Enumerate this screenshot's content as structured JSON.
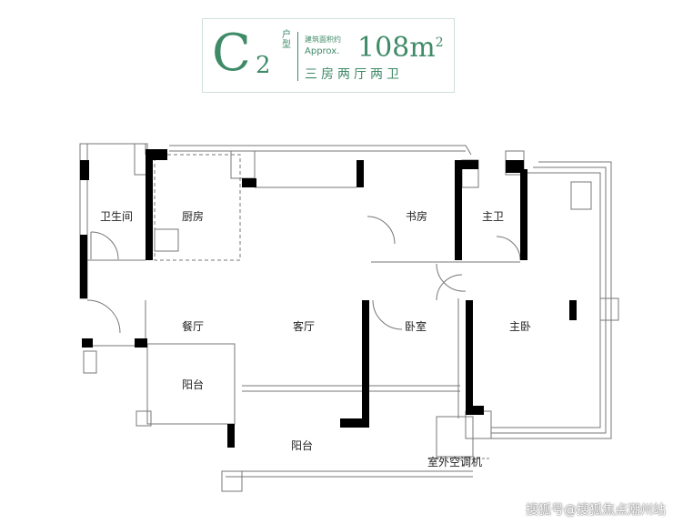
{
  "header": {
    "type_letter": "C",
    "type_number": "2",
    "type_suffix": "户型",
    "area_label": "建筑面积约",
    "approx": "Approx.",
    "area_value": "108",
    "area_unit": "m",
    "area_unit_sup": "2",
    "layout": "三房两厅两卫"
  },
  "rooms": {
    "bathroom": "卫生间",
    "kitchen": "厨房",
    "study": "书房",
    "master_bath": "主卫",
    "dining": "餐厅",
    "living": "客厅",
    "bedroom": "卧室",
    "master_bedroom": "主卧",
    "balcony_small": "阳台",
    "balcony_large": "阳台",
    "outdoor_ac": "室外空调机"
  },
  "watermark": "搜狐号@搜狐焦点潮州站",
  "colors": {
    "brand": "#3f8a67",
    "wall": "#000000",
    "line": "#777777"
  }
}
